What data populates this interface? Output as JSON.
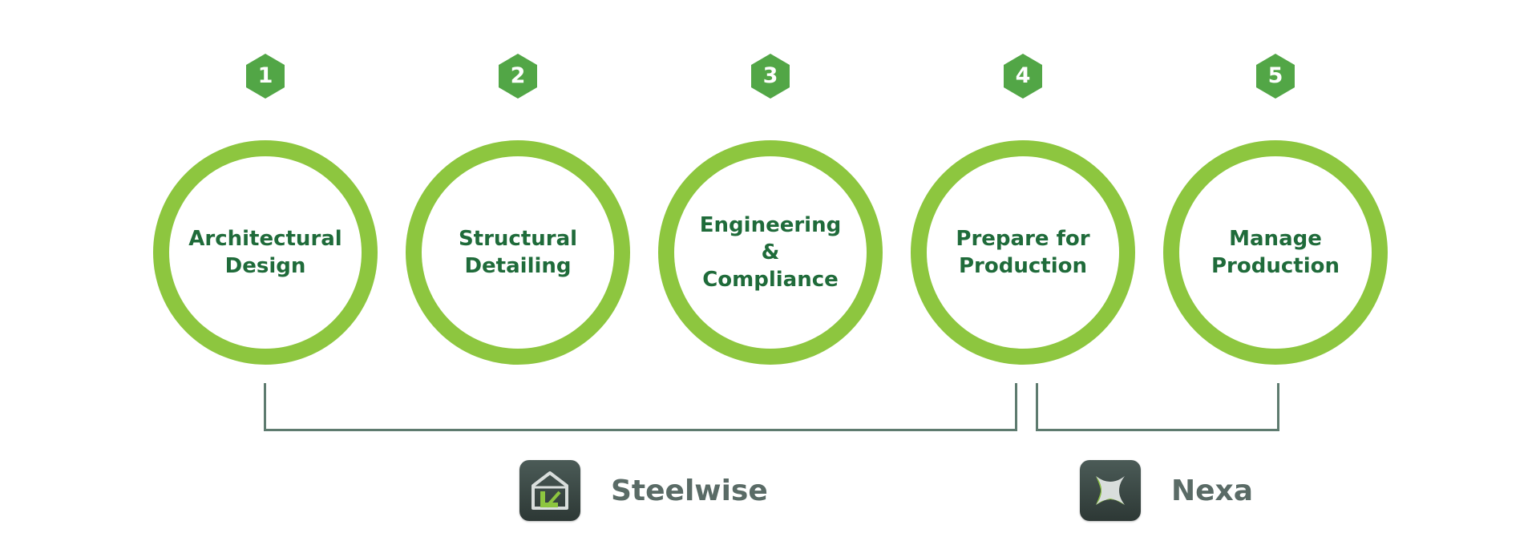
{
  "colors": {
    "badge": "#52a646",
    "ring": "#8dc63f",
    "label": "#1f6b3a",
    "bracket": "#5e7b6f",
    "product_text": "#5a6b66"
  },
  "steps": [
    {
      "number": "1",
      "line1": "Architectural",
      "line2": "Design"
    },
    {
      "number": "2",
      "line1": "Structural",
      "line2": "Detailing"
    },
    {
      "number": "3",
      "line1": "Engineering",
      "line2": "& Compliance"
    },
    {
      "number": "4",
      "line1": "Prepare for",
      "line2": "Production"
    },
    {
      "number": "5",
      "line1": "Manage",
      "line2": "Production"
    }
  ],
  "products": [
    {
      "name": "Steelwise",
      "icon": "steelwise-house-icon"
    },
    {
      "name": "Nexa",
      "icon": "nexa-logo-icon"
    }
  ]
}
